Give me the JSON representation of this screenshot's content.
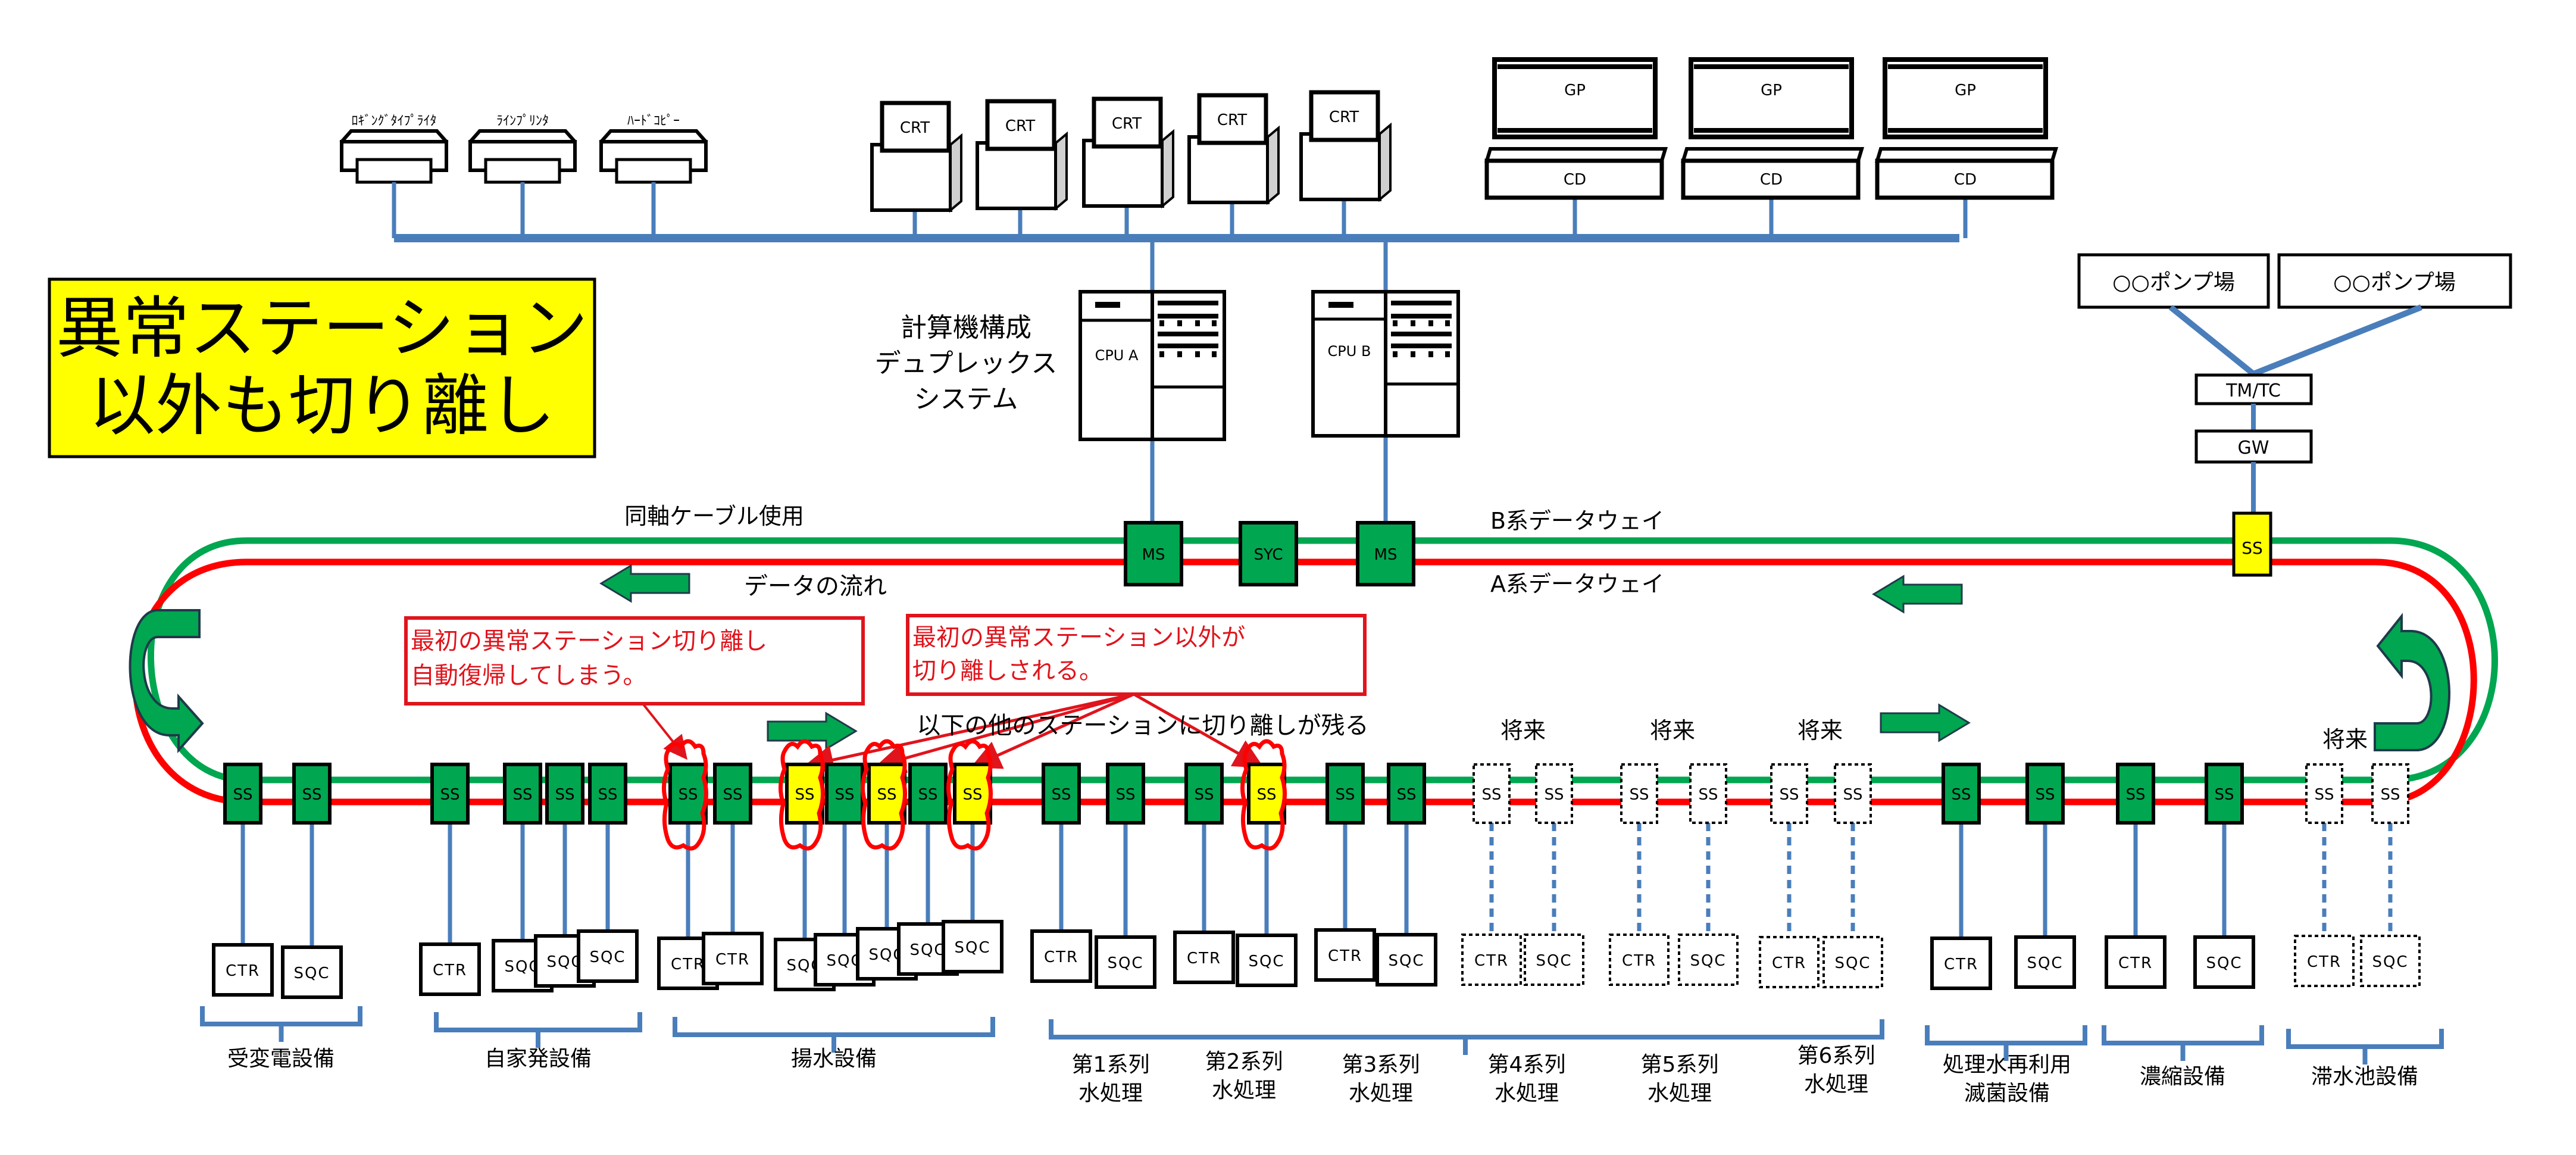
{
  "title": {
    "line1": "異常ステーション",
    "line2": "以外も切り離し",
    "bg_color": "#ffff00"
  },
  "colors": {
    "b_line": "#00a650",
    "a_line": "#ff0000",
    "bus": "#4a7ebb",
    "station_normal": "#00a650",
    "station_fault": "#ffff00",
    "callout": "#e0141c"
  },
  "peripherals": {
    "printers": [
      {
        "label": "ﾛｷﾞﾝｸﾞﾀｲﾌﾟﾗｲﾀ"
      },
      {
        "label": "ﾗｲﾝﾌﾟﾘﾝﾀ"
      },
      {
        "label": "ﾊｰﾄﾞｺﾋﾟｰ"
      }
    ],
    "crts": [
      "CRT",
      "CRT",
      "CRT",
      "CRT",
      "CRT"
    ],
    "gp_cd": [
      {
        "gp": "GP",
        "cd": "CD"
      },
      {
        "gp": "GP",
        "cd": "CD"
      },
      {
        "gp": "GP",
        "cd": "CD"
      }
    ]
  },
  "computer": {
    "caption": [
      "計算機構成",
      "デュプレックス",
      "システム"
    ],
    "cpu_a": "CPU A",
    "cpu_b": "CPU B"
  },
  "dataway": {
    "cable_label": "同軸ケーブル使用",
    "b_label": "B系データウェイ",
    "a_label": "A系データウェイ",
    "flow_label": "データの流れ",
    "masters": [
      "MS",
      "SYC",
      "MS"
    ]
  },
  "remote": {
    "pumps": [
      "○○ポンプ場",
      "○○ポンプ場"
    ],
    "tmtc": "TM/TC",
    "gw": "GW",
    "ss": "SS"
  },
  "callouts": [
    {
      "lines": [
        "最初の異常ステーション切り離し",
        "自動復帰してしまう。"
      ]
    },
    {
      "lines": [
        "最初の異常ステーション以外が",
        "切り離しされる。"
      ]
    }
  ],
  "note_remaining": "以下の他のステーションに切り離しが残る",
  "future_label": "将来",
  "stations": [
    {
      "label": "SS",
      "state": "normal",
      "term": "CTR"
    },
    {
      "label": "SS",
      "state": "normal",
      "term": "SQC"
    },
    {
      "label": "SS",
      "state": "normal",
      "term": "CTR"
    },
    {
      "label": "SS",
      "state": "normal",
      "term": "SQC"
    },
    {
      "label": "SS",
      "state": "normal",
      "term": "SQC"
    },
    {
      "label": "SS",
      "state": "normal",
      "term": "SQC"
    },
    {
      "label": "SS",
      "state": "first-fault",
      "term": "CTR"
    },
    {
      "label": "SS",
      "state": "normal",
      "term": "CTR"
    },
    {
      "label": "SS",
      "state": "fault",
      "term": "SQC"
    },
    {
      "label": "SS",
      "state": "normal",
      "term": "SQC"
    },
    {
      "label": "SS",
      "state": "fault",
      "term": "SQC"
    },
    {
      "label": "SS",
      "state": "normal",
      "term": "SQC"
    },
    {
      "label": "SS",
      "state": "fault",
      "term": "SQC"
    },
    {
      "label": "SS",
      "state": "normal",
      "term": "CTR"
    },
    {
      "label": "SS",
      "state": "normal",
      "term": "SQC"
    },
    {
      "label": "SS",
      "state": "normal",
      "term": "CTR"
    },
    {
      "label": "SS",
      "state": "fault",
      "term": "SQC"
    },
    {
      "label": "SS",
      "state": "normal",
      "term": "CTR"
    },
    {
      "label": "SS",
      "state": "normal",
      "term": "SQC"
    },
    {
      "label": "SS",
      "state": "future",
      "term": "CTR"
    },
    {
      "label": "SS",
      "state": "future",
      "term": "SQC"
    },
    {
      "label": "SS",
      "state": "future",
      "term": "CTR"
    },
    {
      "label": "SS",
      "state": "future",
      "term": "SQC"
    },
    {
      "label": "SS",
      "state": "future",
      "term": "CTR"
    },
    {
      "label": "SS",
      "state": "future",
      "term": "SQC"
    },
    {
      "label": "SS",
      "state": "normal",
      "term": "CTR"
    },
    {
      "label": "SS",
      "state": "normal",
      "term": "SQC"
    },
    {
      "label": "SS",
      "state": "normal",
      "term": "CTR"
    },
    {
      "label": "SS",
      "state": "normal",
      "term": "SQC"
    },
    {
      "label": "SS",
      "state": "future",
      "term": "CTR"
    },
    {
      "label": "SS",
      "state": "future",
      "term": "SQC"
    }
  ],
  "groups": [
    {
      "lines": [
        "受変電設備"
      ]
    },
    {
      "lines": [
        "自家発設備"
      ]
    },
    {
      "lines": [
        "揚水設備"
      ]
    },
    {
      "lines": [
        "第1系列",
        "水処理"
      ]
    },
    {
      "lines": [
        "第2系列",
        "水処理"
      ]
    },
    {
      "lines": [
        "第3系列",
        "水処理"
      ]
    },
    {
      "lines": [
        "第4系列",
        "水処理"
      ]
    },
    {
      "lines": [
        "第5系列",
        "水処理"
      ]
    },
    {
      "lines": [
        "第6系列",
        "水処理"
      ]
    },
    {
      "lines": [
        "処理水再利用",
        "滅菌設備"
      ]
    },
    {
      "lines": [
        "濃縮設備"
      ]
    },
    {
      "lines": [
        "滞水池設備"
      ]
    }
  ]
}
